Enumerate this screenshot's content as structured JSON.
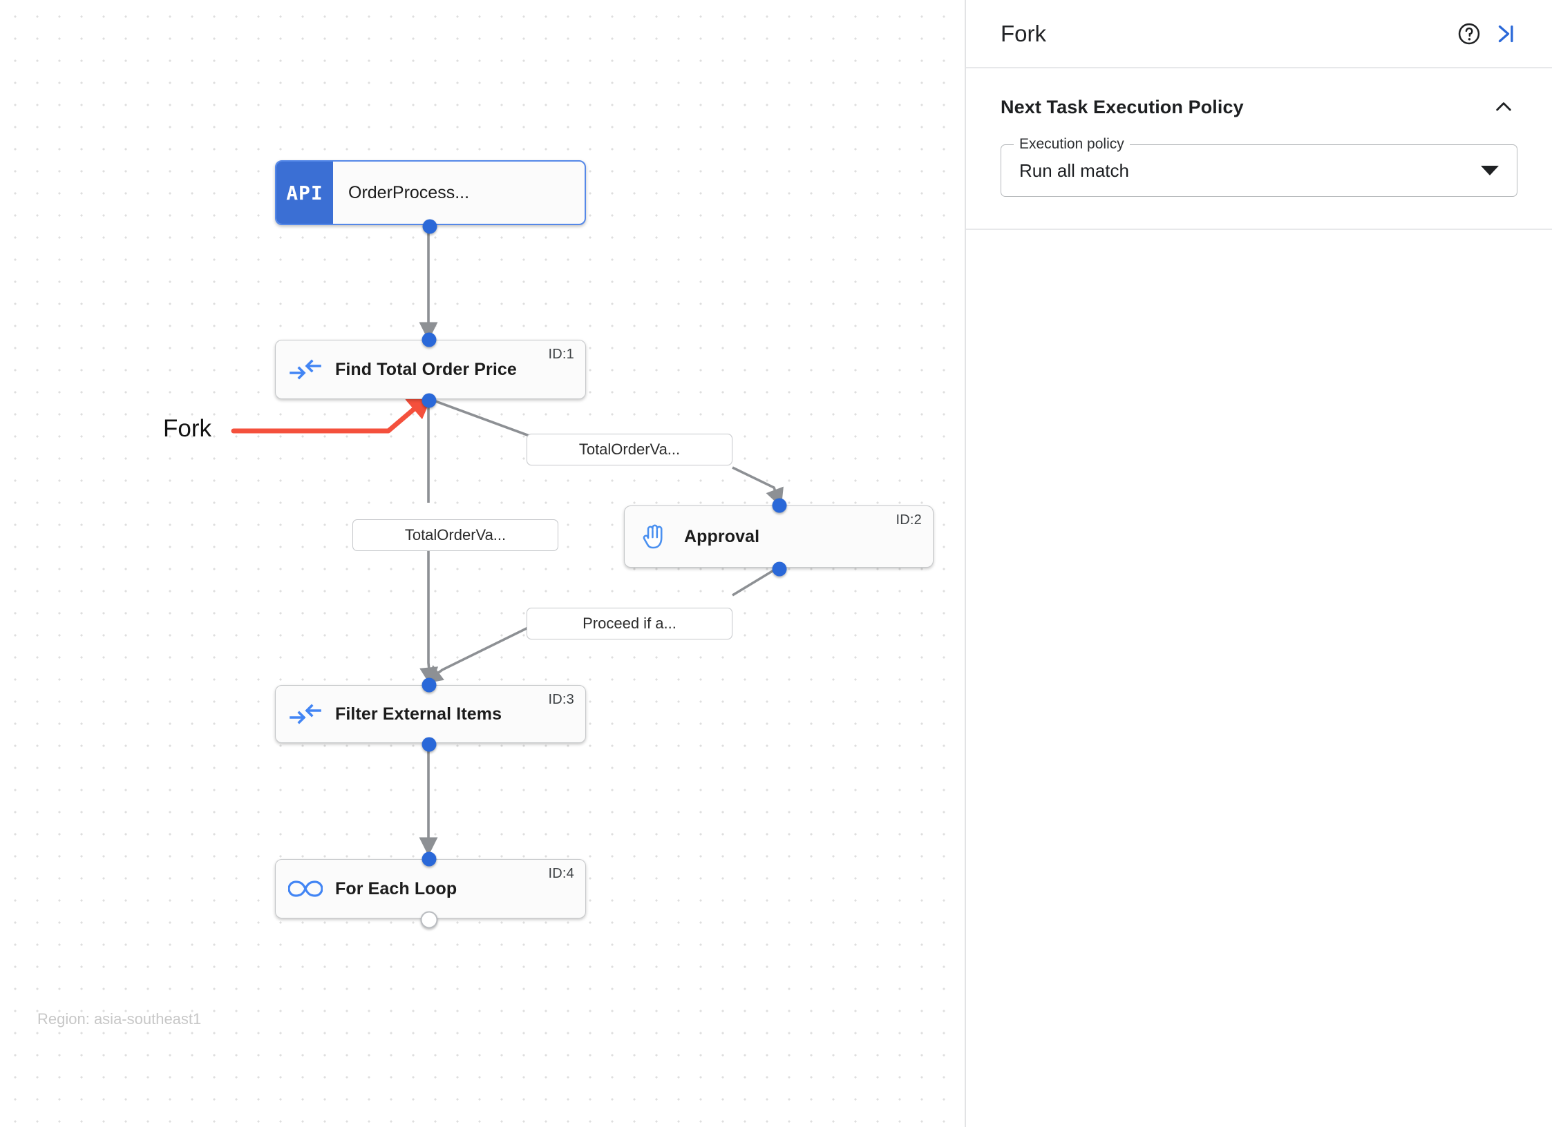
{
  "canvas": {
    "region_text": "Region: asia-southeast1",
    "annotation": {
      "label": "Fork",
      "color": "#f4503c"
    },
    "nodes": [
      {
        "id": "api",
        "badge": "API",
        "label": "OrderProcess...",
        "icon": "api-badge",
        "id_label": "",
        "selected": true
      },
      {
        "id": "task1",
        "label": "Find Total Order Price",
        "icon": "merge-arrows-icon",
        "id_label": "ID:1",
        "selected": false
      },
      {
        "id": "task2",
        "label": "Approval",
        "icon": "hand-icon",
        "id_label": "ID:2",
        "selected": false
      },
      {
        "id": "task3",
        "label": "Filter External Items",
        "icon": "merge-arrows-icon",
        "id_label": "ID:3",
        "selected": false
      },
      {
        "id": "task4",
        "label": "For Each Loop",
        "icon": "infinity-icon",
        "id_label": "ID:4",
        "selected": false
      }
    ],
    "edge_labels": [
      {
        "id": "edge-to-approval",
        "text": "TotalOrderVa..."
      },
      {
        "id": "edge-to-filter",
        "text": "TotalOrderVa..."
      },
      {
        "id": "edge-approval-to-filter",
        "text": "Proceed if a..."
      }
    ]
  },
  "panel": {
    "title": "Fork",
    "help_icon": "help-circle-icon",
    "collapse_icon": "collapse-panel-icon",
    "section": {
      "title": "Next Task Execution Policy",
      "chevron": "chevron-up-icon",
      "field": {
        "legend": "Execution policy",
        "value": "Run all match",
        "caret": "chevron-down-icon"
      }
    }
  }
}
